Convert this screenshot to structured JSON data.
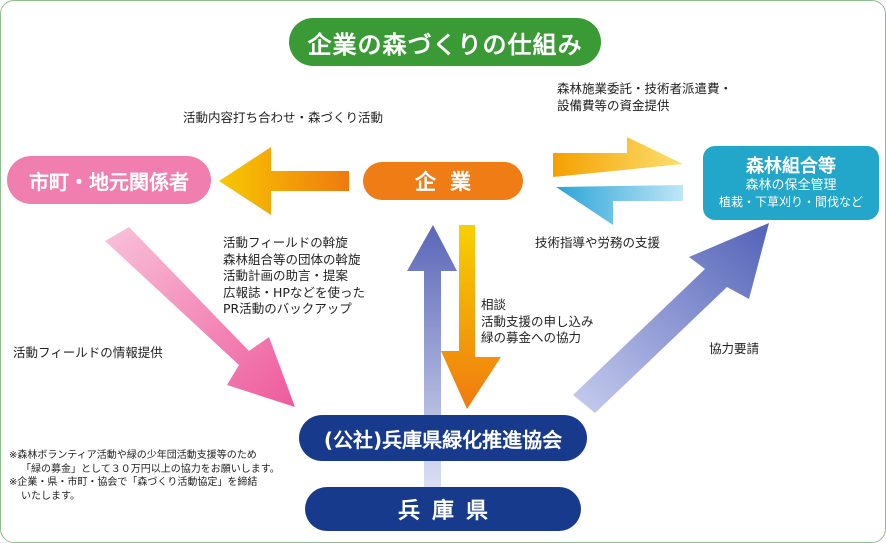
{
  "title": "企業の森づくりの仕組み",
  "nodes": {
    "shicho": "市町・地元関係者",
    "kigyo": "企業",
    "shinrin_name": "森林組合等",
    "shinrin_sub1": "森林の保全管理",
    "shinrin_sub2": "植栽・下草刈り・間伐など",
    "kyokai": "(公社)兵庫県緑化推進協会",
    "hyogo": "兵庫県"
  },
  "labels": {
    "uchiawase": "活動内容打ち合わせ・森づくり活動",
    "shikin_1": "森林施業委託・技術者派遣費・",
    "shikin_2": "設備費等の資金提供",
    "gijutsu": "技術指導や労務の支援",
    "hyogo_lines": [
      "活動フィールドの斡旋",
      "森林組合等の団体の斡旋",
      "活動計画の助言・提案",
      "広報誌・HPなどを使った",
      "PR活動のバックアップ"
    ],
    "kigyo_lines": [
      "相談",
      "活動支援の申し込み",
      "緑の募金への協力"
    ],
    "field_info": "活動フィールドの情報提供",
    "kyoryoku": "協力要請"
  },
  "notes": [
    "※森林ボランティア活動や緑の少年団活動支援等のため",
    "「緑の募金」として３０万円以上の協力をお願いします。",
    "※企業・県・市町・協会で「森づくり活動協定」を締結",
    "いたします。"
  ],
  "colors": {
    "title": "#3a9a35",
    "shicho": "#f07fb0",
    "kigyo": "#f07c16",
    "shinrin": "#22a6c9",
    "kyokai": "#173a8c",
    "arrow_orange": "#f5a000",
    "arrow_blue": "#7a88c8",
    "arrow_pink": "#f07fb0"
  }
}
